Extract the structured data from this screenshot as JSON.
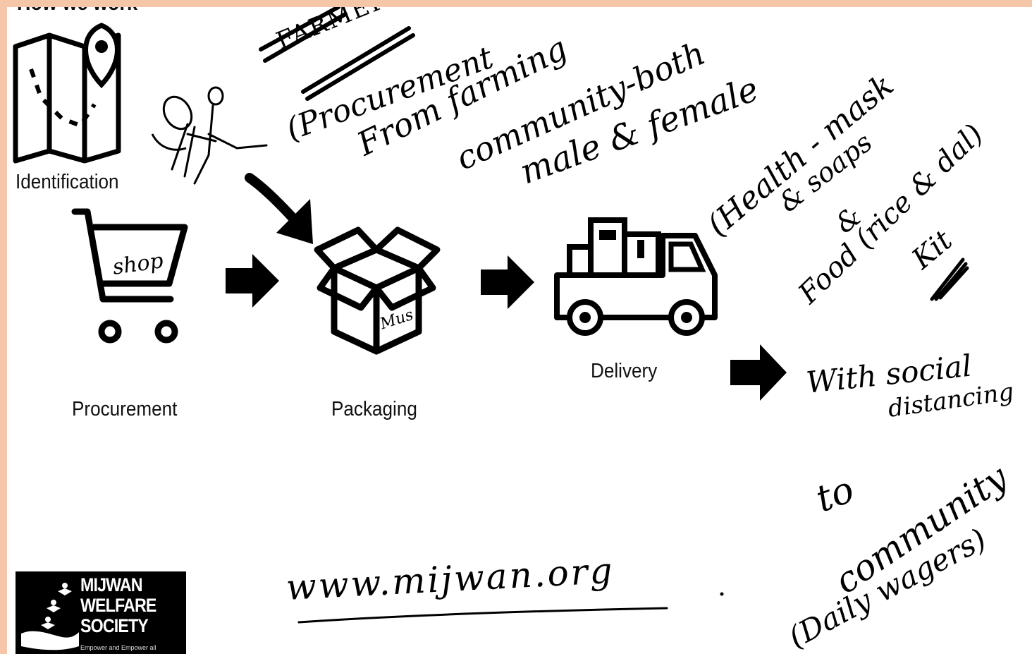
{
  "header": {
    "partial_title": "How we work"
  },
  "steps": [
    {
      "label": "Identification",
      "icon": "map-pin-icon"
    },
    {
      "label": "Procurement",
      "icon": "shopping-cart-icon"
    },
    {
      "label": "Packaging",
      "icon": "open-box-icon"
    },
    {
      "label": "Delivery",
      "icon": "truck-icon"
    }
  ],
  "handwritten": {
    "farmer": "FARMER",
    "procurement_note": "(Procurement",
    "from_farming": "From farming",
    "community_both": "community-both",
    "male_female": "male & female",
    "cart_note": "shop",
    "box_note": "Mus",
    "health_1": "(Health - mask",
    "health_2": "& soaps",
    "health_3": "&",
    "health_4": "Food (rice & dal)",
    "health_5": "Kit",
    "social_1": "With social",
    "social_2": "distancing",
    "to": "to",
    "community": "community",
    "daily_wagers": "(Daily wagers)",
    "website": "www.mijwan.org"
  },
  "logo": {
    "line1": "MIJWAN",
    "line2": "WELFARE",
    "line3": "SOCIETY",
    "tagline": "Empower and Empower all"
  },
  "colors": {
    "frame": "#f6c6a9",
    "ink": "#000000",
    "background": "#ffffff"
  }
}
